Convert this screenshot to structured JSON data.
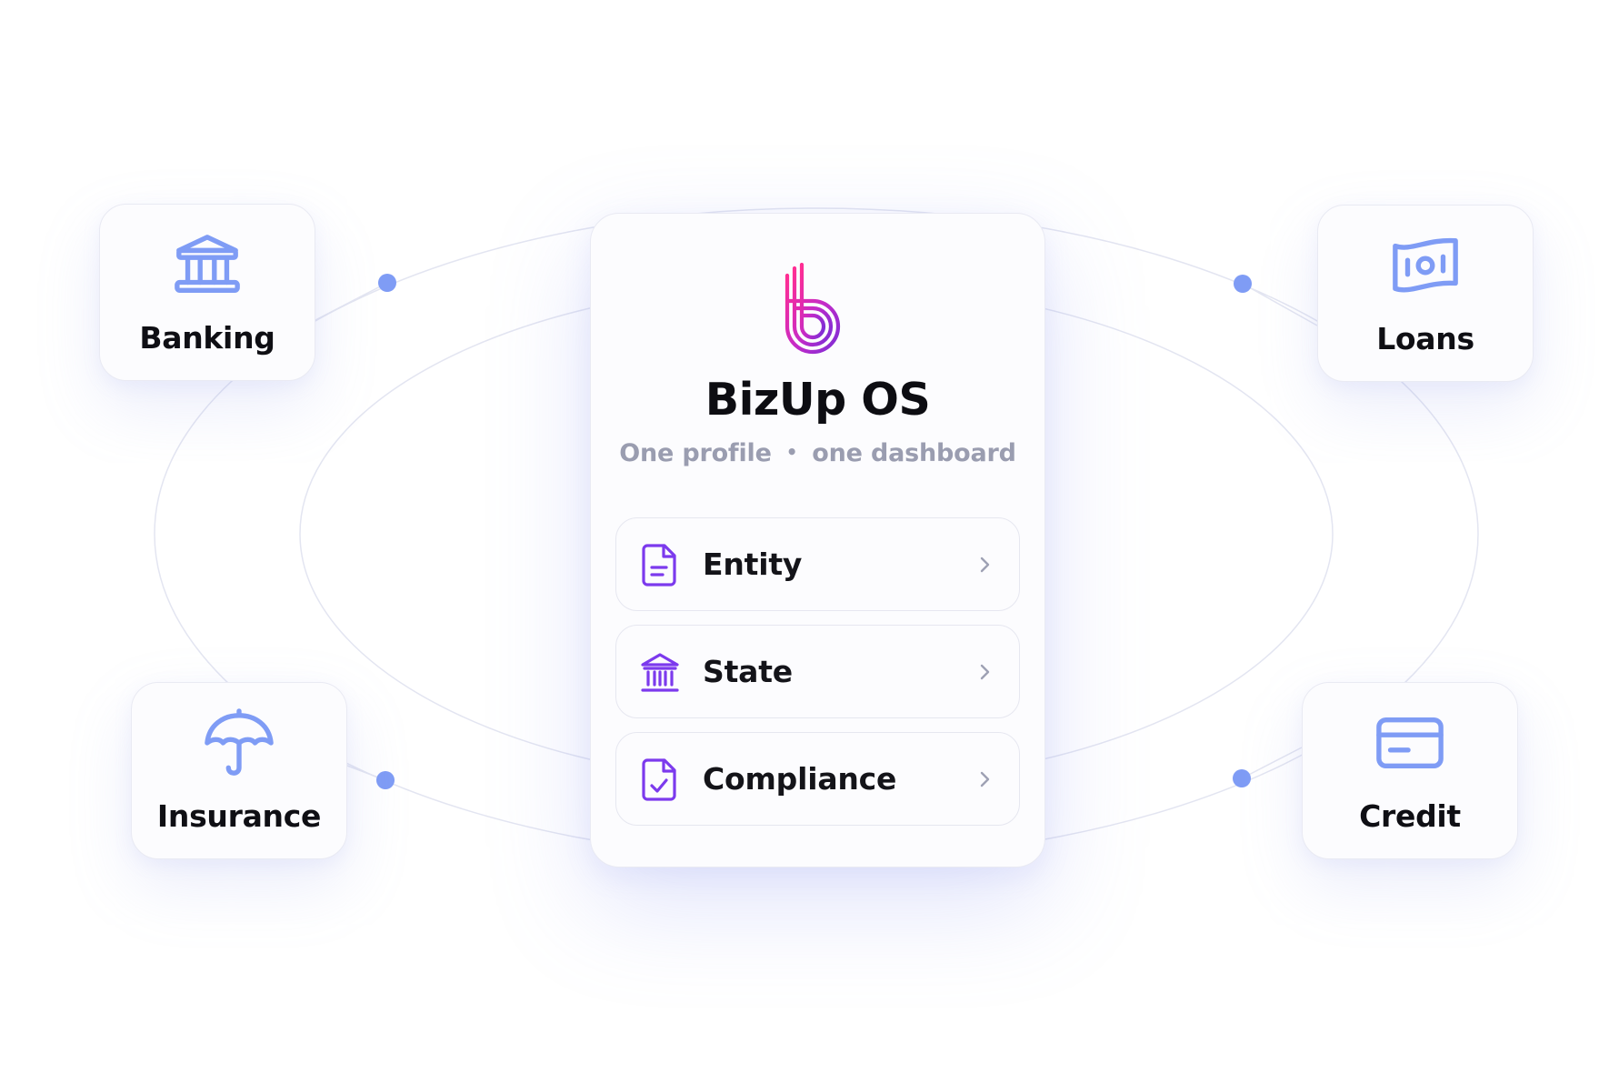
{
  "colors": {
    "accent_blue": "#7f9cf5",
    "accent_purple": "#7c3aed",
    "logo_magenta": "#ec2aa8",
    "orbit_line": "#e3e5f1",
    "muted_text": "#9a9db0"
  },
  "main_card": {
    "logo_icon": "bizup-b-logo",
    "title": "BizUp OS",
    "tagline_left": "One profile",
    "tagline_separator": "•",
    "tagline_right": "one dashboard",
    "rows": [
      {
        "label": "Entity",
        "icon": "document-icon"
      },
      {
        "label": "State",
        "icon": "government-building-icon"
      },
      {
        "label": "Compliance",
        "icon": "document-check-icon"
      }
    ]
  },
  "satellites": [
    {
      "id": "banking",
      "label": "Banking",
      "icon": "bank-icon"
    },
    {
      "id": "loans",
      "label": "Loans",
      "icon": "cash-icon"
    },
    {
      "id": "insurance",
      "label": "Insurance",
      "icon": "umbrella-icon"
    },
    {
      "id": "credit",
      "label": "Credit",
      "icon": "credit-card-icon"
    }
  ]
}
